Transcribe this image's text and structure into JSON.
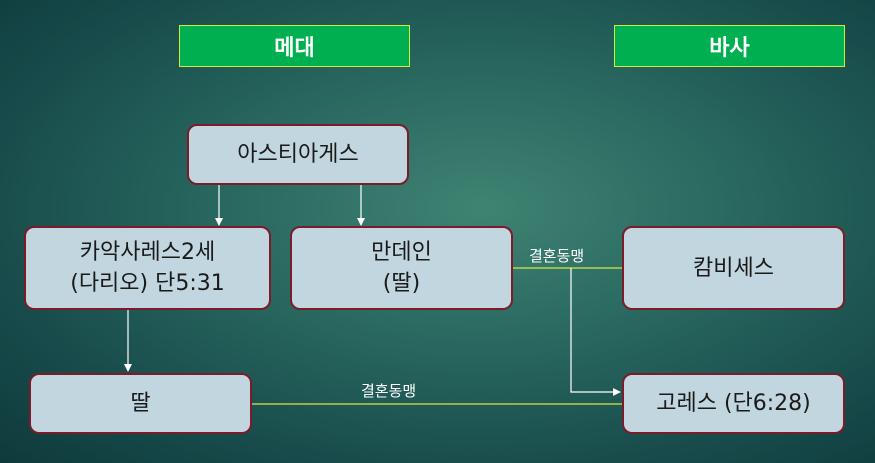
{
  "headers": {
    "left": "메대",
    "right": "바사"
  },
  "nodes": {
    "astyages": "아스티아게스",
    "cyaxares_line1": "카악사레스2세",
    "cyaxares_line2": "(다리오) 단5:31",
    "mandane_line1": "만데인",
    "mandane_line2": "(딸)",
    "cambyses": "캄비세스",
    "daughter": "딸",
    "cyrus": "고레스 (단6:28)"
  },
  "edge_labels": {
    "marriage_top": "결혼동맹",
    "marriage_bottom": "결혼동맹"
  },
  "colors": {
    "header_bg": "#00b050",
    "node_bg": "#c2d6df",
    "node_border": "#7b1c28",
    "marriage_line": "#d4e84a",
    "arrow": "#ffffff"
  }
}
